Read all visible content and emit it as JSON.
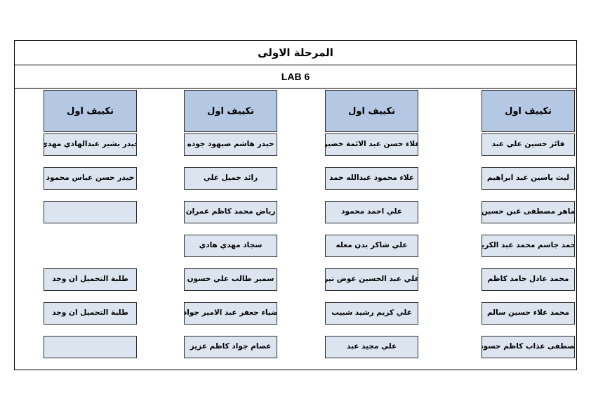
{
  "document": {
    "title": "المرحلة الاولى",
    "lab": "LAB 6"
  },
  "theme": {
    "header_fill": "#b4c7e3",
    "cell_fill": "#dce4f0",
    "border": "#2f2f2f",
    "page_background": "#ffffff",
    "text": "#000000"
  },
  "columns": [
    {
      "header": "تكييف اول",
      "cells": [
        "فائز حسين علي عبد",
        "ليث ياسين عبد ابراهيم",
        "ماهر مصطفى غبن حسين",
        "محمد جاسم محمد عبد الكريم",
        "محمد عادل حامد كاظم",
        "محمد علاء حسين سالم",
        "مصطفى عذاب كاظم حسون"
      ]
    },
    {
      "header": "تكييف اول",
      "cells": [
        "علاء حسن عبد الائمة خضير",
        "علاء محمود عبدالله حمد",
        "علي احمد محمود",
        "علي شاكر بدن معله",
        "علي عبد الحسين عوض تير",
        "علي كريم رشيد شبيب",
        "علي مجيد عبد"
      ]
    },
    {
      "header": "تكييف اول",
      "cells": [
        "حيدر هاشم صيهود جوده",
        "رائد جميل علي",
        "رياض محمد كاظم عمران",
        "سجاد مهدي هادي",
        "سمير طالب علي حسون",
        "ضياء جعفر عبد الامير جواد",
        "عصام جواد كاظم عزيز"
      ]
    },
    {
      "header": "تكييف اول",
      "cells": [
        "حيدر بشير عبدالهادي مهدي",
        "حيدر حسن عباس محمود",
        "",
        null,
        "طلبة التحميل ان وجد",
        "طلبة التحميل ان وجد",
        ""
      ]
    }
  ]
}
